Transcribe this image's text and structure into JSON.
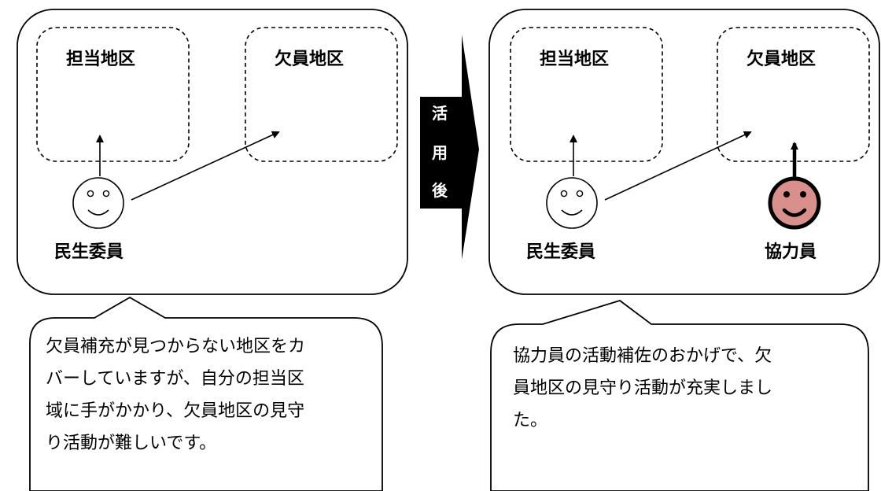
{
  "before": {
    "area_assigned": "担当地区",
    "area_vacant": "欠員地区",
    "person": "民生委員",
    "comment_lines": [
      "欠員補充が見つからない地区をカ",
      "バーしていますが、自分の担当区",
      "域に手がかかり、欠員地区の見守",
      "り活動が難しいです。"
    ]
  },
  "transition": {
    "chars": [
      "活",
      "用",
      "後"
    ]
  },
  "after": {
    "area_assigned": "担当地区",
    "area_vacant": "欠員地区",
    "person": "民生委員",
    "helper": "協力員",
    "comment_lines": [
      "協力員の活動補佐のおかげで、欠",
      "員地区の見守り活動が充実しまし",
      "た。"
    ]
  },
  "colors": {
    "helper_face": "#d9908c",
    "arrow_block": "#000000"
  }
}
